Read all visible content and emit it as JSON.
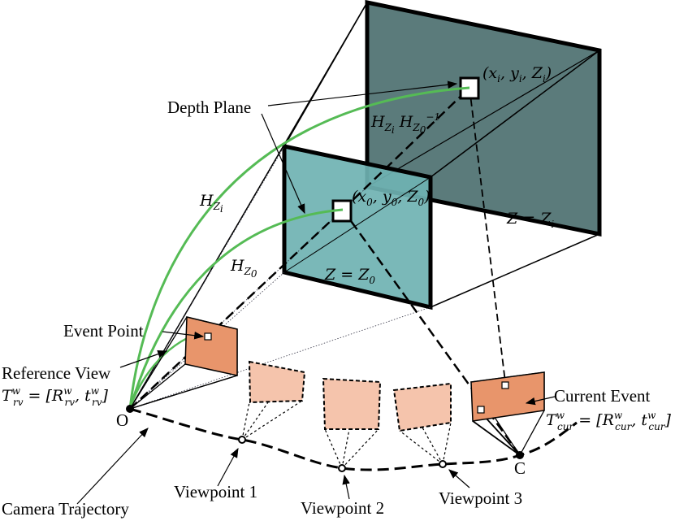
{
  "colors": {
    "far_plane_fill": "#5b7b7b",
    "near_plane_fill": "#6fb2b2",
    "reference_view_fill": "#e8956b",
    "virtual_view_fill": "#f5c4ac",
    "current_view_fill": "#e8956b",
    "homography_curve": "#55bb55"
  },
  "labels": {
    "depth_plane": "Depth Plane",
    "event_point": "Event Point",
    "reference_view": "Reference View",
    "current_event": "Current Event",
    "camera_trajectory": "Camera Trajectory",
    "viewpoint_1": "Viewpoint 1",
    "viewpoint_2": "Viewpoint 2",
    "viewpoint_3": "Viewpoint 3",
    "origin": "O",
    "current_point": "C"
  },
  "math": {
    "far_point": "(x_i, y_i, Z_i)",
    "near_point": "(x_0, y_0, Z_0)",
    "far_plane_eq": "Z = Z_i",
    "near_plane_eq": "Z = Z_0",
    "h_zi": "H_{Z_i}",
    "h_z0": "H_{Z_0}",
    "h_composed": "H_{Z_i} H_{Z_0}^{-1}",
    "t_rv": "T^w_rv = [R^w_rv, t^w_rv]",
    "t_cur": "T^w_cur = [R^w_cur, t^w_cur]"
  }
}
